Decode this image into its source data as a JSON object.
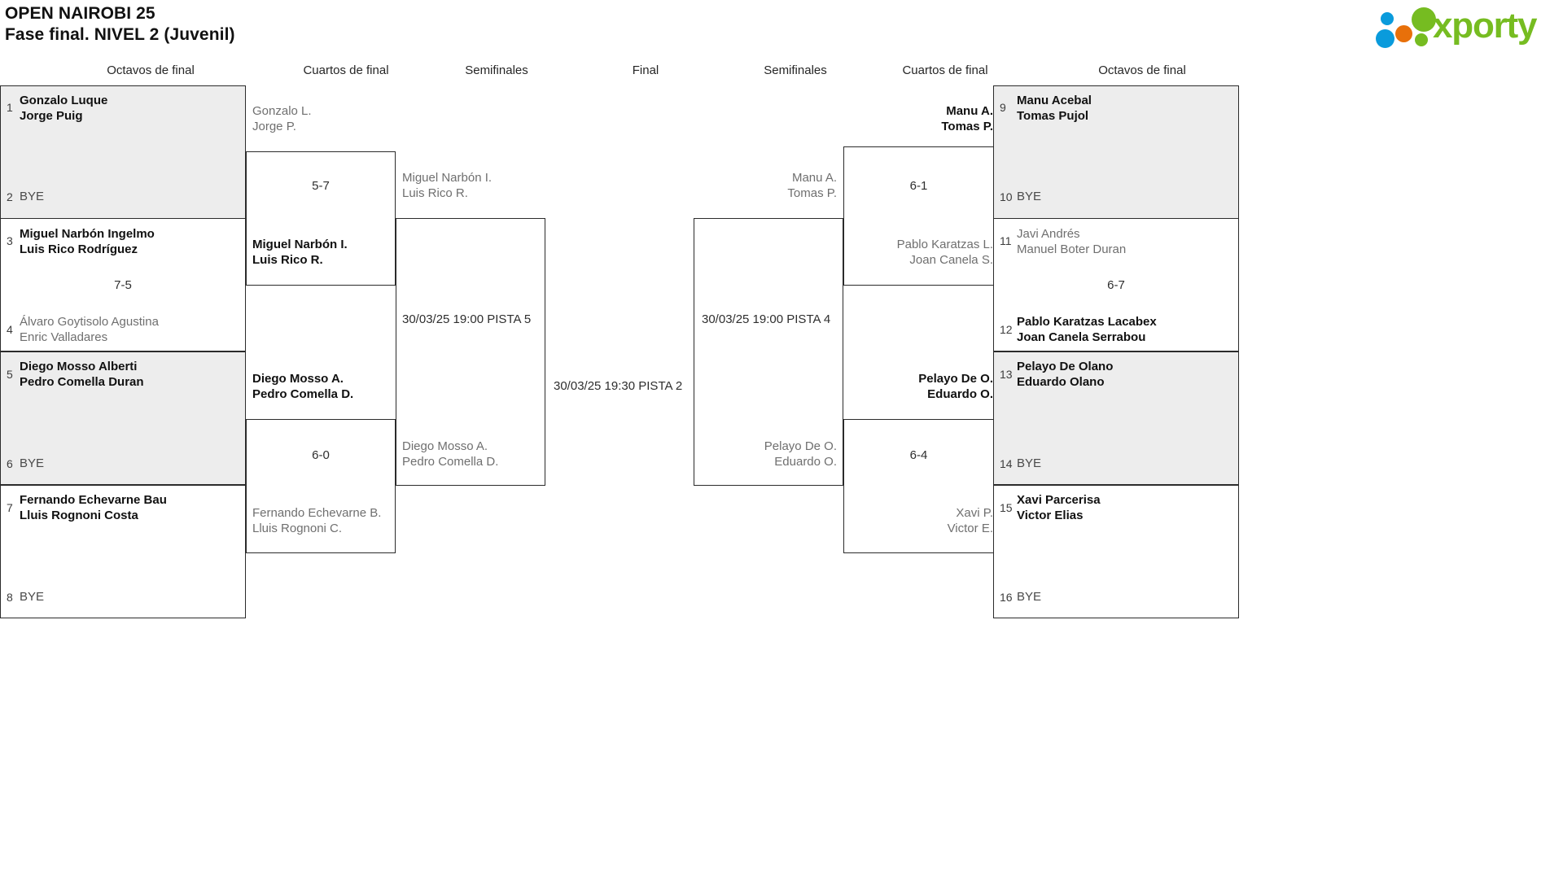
{
  "header": {
    "tournament": "OPEN NAIROBI 25",
    "phase": "Fase final. NIVEL 2 (Juvenil)"
  },
  "logo": {
    "text": "xporty",
    "green": "#76bc21",
    "blue": "#0a9bdc",
    "orange": "#e8700a"
  },
  "round_headers": {
    "left_r16": "Octavos de final",
    "left_qf": "Cuartos de final",
    "left_sf": "Semifinales",
    "final": "Final",
    "right_sf": "Semifinales",
    "right_qf": "Cuartos de final",
    "right_r16": "Octavos de final"
  },
  "bracket": {
    "left_r16": [
      {
        "seed": "1",
        "line1": "Gonzalo Luque",
        "line2": "Jorge Puig",
        "state": "win"
      },
      {
        "seed": "2",
        "line1": "BYE",
        "line2": "",
        "state": "bye"
      },
      {
        "seed": "3",
        "line1": "Miguel Narbón Ingelmo",
        "line2": "Luis Rico Rodríguez",
        "state": "win"
      },
      {
        "seed": "4",
        "line1": "Álvaro Goytisolo Agustina",
        "line2": "Enric Valladares",
        "state": "lose"
      },
      {
        "seed": "5",
        "line1": "Diego Mosso Alberti",
        "line2": "Pedro Comella Duran",
        "state": "win"
      },
      {
        "seed": "6",
        "line1": "BYE",
        "line2": "",
        "state": "bye"
      },
      {
        "seed": "7",
        "line1": "Fernando Echevarne Bau",
        "line2": "Lluis Rognoni Costa",
        "state": "win"
      },
      {
        "seed": "8",
        "line1": "BYE",
        "line2": "",
        "state": "bye"
      }
    ],
    "left_r16_scores": [
      "",
      "7-5",
      "",
      ""
    ],
    "left_qf": [
      {
        "line1": "Gonzalo L.",
        "line2": "Jorge P.",
        "state": "lose"
      },
      {
        "line1": "Miguel Narbón I.",
        "line2": "Luis Rico R.",
        "state": "win"
      },
      {
        "line1": "Diego Mosso A.",
        "line2": "Pedro Comella D.",
        "state": "win"
      },
      {
        "line1": "Fernando Echevarne B.",
        "line2": "Lluis Rognoni C.",
        "state": "lose"
      }
    ],
    "left_qf_scores": [
      "5-7",
      "6-0"
    ],
    "left_sf": [
      {
        "line1": "Miguel Narbón I.",
        "line2": "Luis Rico R.",
        "state": "lose"
      },
      {
        "line1": "Diego Mosso A.",
        "line2": "Pedro Comella D.",
        "state": "lose"
      }
    ],
    "left_sf_schedule": "30/03/25 19:00 PISTA 5",
    "final_schedule": "30/03/25 19:30 PISTA 2",
    "right_sf": [
      {
        "line1": "Manu A.",
        "line2": "Tomas P.",
        "state": "lose"
      },
      {
        "line1": "Pelayo De O.",
        "line2": "Eduardo O.",
        "state": "lose"
      }
    ],
    "right_sf_schedule": "30/03/25 19:00 PISTA 4",
    "right_qf": [
      {
        "line1": "Manu A.",
        "line2": "Tomas P.",
        "state": "win"
      },
      {
        "line1": "Pablo Karatzas L.",
        "line2": "Joan Canela S.",
        "state": "lose"
      },
      {
        "line1": "Pelayo De O.",
        "line2": "Eduardo O.",
        "state": "win"
      },
      {
        "line1": "Xavi P.",
        "line2": "Victor E.",
        "state": "lose"
      }
    ],
    "right_qf_scores": [
      "6-1",
      "6-4"
    ],
    "right_r16": [
      {
        "seed": "9",
        "line1": "Manu Acebal",
        "line2": "Tomas Pujol",
        "state": "win"
      },
      {
        "seed": "10",
        "line1": "BYE",
        "line2": "",
        "state": "bye"
      },
      {
        "seed": "11",
        "line1": "Javi Andrés",
        "line2": "Manuel Boter Duran",
        "state": "lose"
      },
      {
        "seed": "12",
        "line1": "Pablo Karatzas Lacabex",
        "line2": "Joan Canela Serrabou",
        "state": "win"
      },
      {
        "seed": "13",
        "line1": "Pelayo De Olano",
        "line2": "Eduardo Olano",
        "state": "win"
      },
      {
        "seed": "14",
        "line1": "BYE",
        "line2": "",
        "state": "bye"
      },
      {
        "seed": "15",
        "line1": "Xavi Parcerisa",
        "line2": "Victor Elias",
        "state": "win"
      },
      {
        "seed": "16",
        "line1": "BYE",
        "line2": "",
        "state": "bye"
      }
    ],
    "right_r16_scores": [
      "",
      "6-7",
      "",
      ""
    ]
  }
}
